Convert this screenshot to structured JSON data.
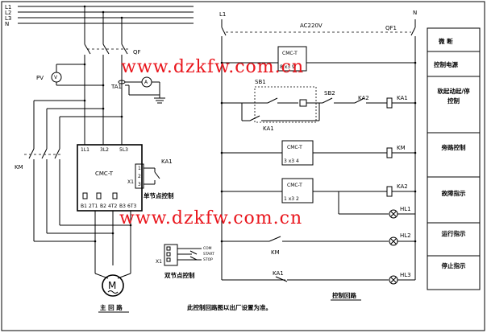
{
  "main_circuit": {
    "phases": [
      "L1",
      "L2",
      "L3",
      "N"
    ],
    "pv": "PV",
    "ta": "TA1",
    "qf": "QF",
    "km": "KM",
    "cmc": "CMC-T",
    "top_terminals": [
      "1L1",
      "3L2",
      "5L3"
    ],
    "bottom_terminals": [
      "B1",
      "2T1",
      "B2",
      "4T2",
      "B3",
      "6T3"
    ],
    "x1": "X1",
    "ka1": "KA1",
    "pins": [
      "1",
      "2",
      "3"
    ],
    "single_control": "单节点控制",
    "double_control": "双节点控制",
    "dual_labels": [
      "COM",
      "START",
      "STOP"
    ],
    "title": "主 回 路"
  },
  "control_circuit": {
    "l1": "L1",
    "n": "N",
    "voltage": "AC220V",
    "qf1": "QF1",
    "cmc": "CMC-T",
    "row1_pins": "8  x3  9",
    "sb1": "SB1",
    "sb2": "SB2",
    "ka2": "KA2",
    "ka1": "KA1",
    "row3_pins": "3  x3  4",
    "km": "KM",
    "row4_pins": "1  x3  2",
    "hl1": "HL1",
    "hl2": "HL2",
    "hl3": "HL3",
    "title": "控制回路"
  },
  "legend": [
    {
      "label": "微  断"
    },
    {
      "label": "控制电源"
    },
    {
      "label": "软起动起/停控制"
    },
    {
      "label": "旁路控制"
    },
    {
      "label": "故障指示"
    },
    {
      "label": "运行指示"
    },
    {
      "label": "停止指示"
    }
  ],
  "note": "此控制回路图以出厂设置为准。",
  "watermarks": [
    "www.dzkfw.com.cn",
    "www.dzkfw.com.cn"
  ],
  "colors": {
    "watermark": "#e9161d",
    "line": "#000000"
  }
}
